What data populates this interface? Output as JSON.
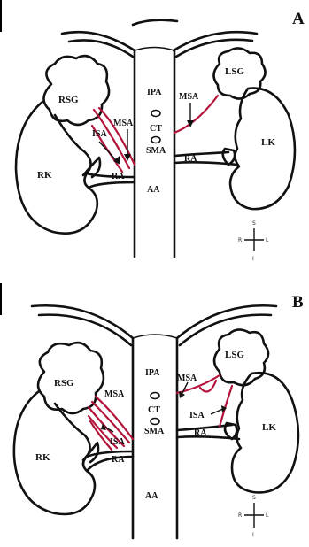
{
  "panels": [
    {
      "letter": "A",
      "labels": {
        "rsg": "RSG",
        "lsg": "LSG",
        "rk": "RK",
        "lk": "LK",
        "ipa": "IPA",
        "ct": "CT",
        "sma": "SMA",
        "aa": "AA",
        "msa_right": "MSA",
        "msa_left": "MSA",
        "isa_right": "ISA",
        "ra_right": "RA",
        "ra_left": "RA"
      },
      "compass": {
        "s": "S",
        "i": "I",
        "r": "R",
        "l": "L"
      }
    },
    {
      "letter": "B",
      "labels": {
        "rsg": "RSG",
        "lsg": "LSG",
        "rk": "RK",
        "lk": "LK",
        "ipa": "IPA",
        "ct": "CT",
        "sma": "SMA",
        "aa": "AA",
        "msa_right": "MSA",
        "msa_left": "MSA",
        "isa_right": "ISA",
        "isa_left": "ISA",
        "ra_right": "RA",
        "ra_left": "RA"
      },
      "compass": {
        "s": "S",
        "i": "I",
        "r": "R",
        "l": "L"
      }
    }
  ],
  "colors": {
    "artery": "#b3143b",
    "outline": "#111111",
    "background": "#ffffff"
  }
}
